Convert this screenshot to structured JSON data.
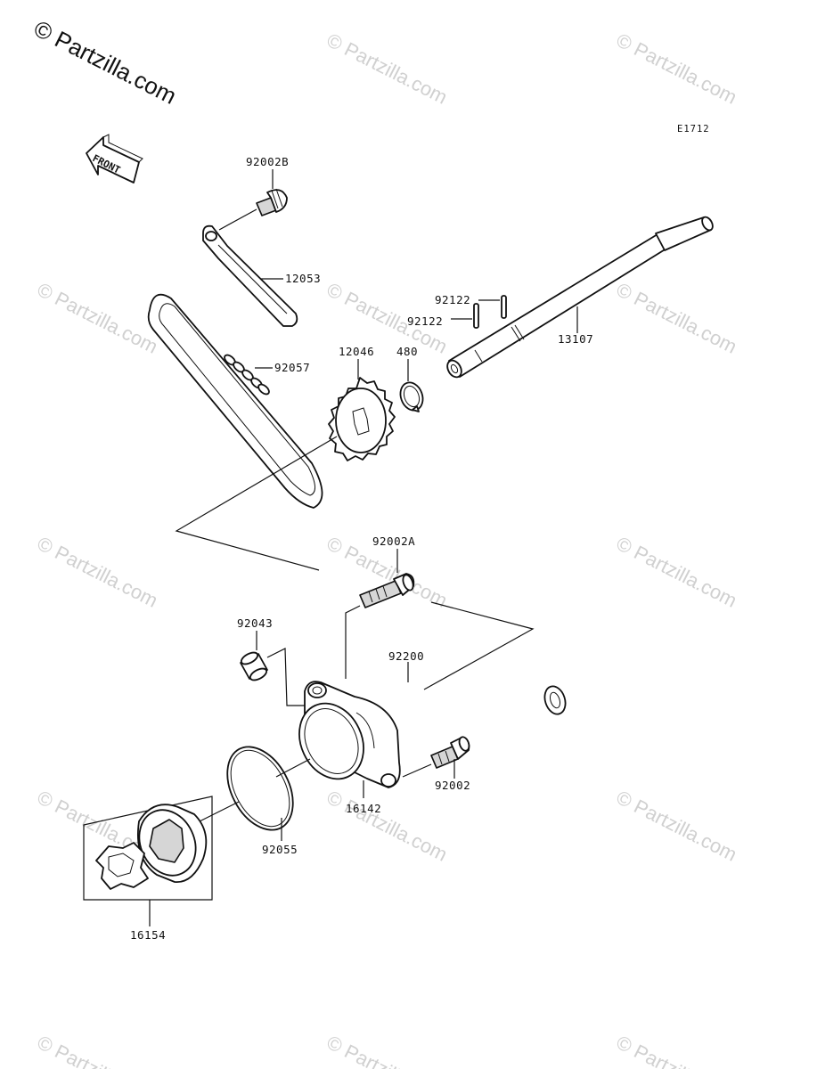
{
  "watermark": {
    "main": "© Partzilla.com",
    "repeat": "© Partzilla.com"
  },
  "diagram_code": "E1712",
  "front_arrow": {
    "label": "FRONT",
    "icon": "front-arrow-icon"
  },
  "parts": [
    {
      "id": "p-92002B",
      "label": "92002B"
    },
    {
      "id": "p-12053",
      "label": "12053"
    },
    {
      "id": "p-92057",
      "label": "92057"
    },
    {
      "id": "p-12046",
      "label": "12046"
    },
    {
      "id": "p-480",
      "label": "480"
    },
    {
      "id": "p-92122a",
      "label": "92122"
    },
    {
      "id": "p-92122b",
      "label": "92122"
    },
    {
      "id": "p-13107",
      "label": "13107"
    },
    {
      "id": "p-92002A",
      "label": "92002A"
    },
    {
      "id": "p-92043",
      "label": "92043"
    },
    {
      "id": "p-92200",
      "label": "92200"
    },
    {
      "id": "p-92002",
      "label": "92002"
    },
    {
      "id": "p-16142",
      "label": "16142"
    },
    {
      "id": "p-92055",
      "label": "92055"
    },
    {
      "id": "p-16154",
      "label": "16154"
    }
  ]
}
